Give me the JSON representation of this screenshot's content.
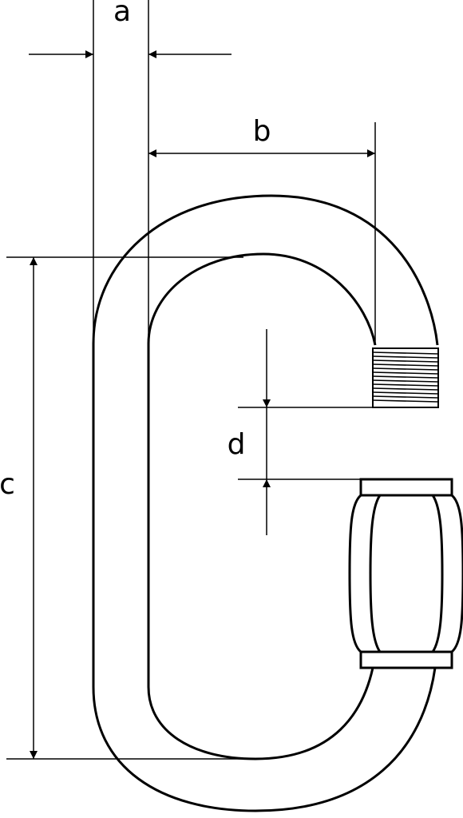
{
  "diagram": {
    "subject": "quick link",
    "dimensions": {
      "a": "a",
      "b": "b",
      "c": "c",
      "d": "d"
    },
    "colors": {
      "stroke": "#000000",
      "background": "#ffffff"
    }
  }
}
